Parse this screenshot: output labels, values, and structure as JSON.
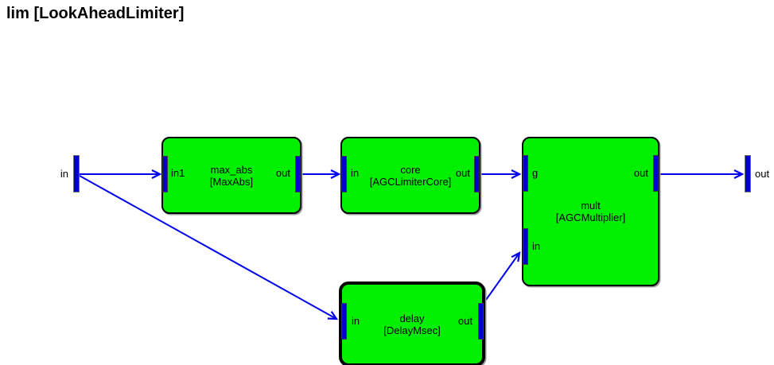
{
  "title": "lim [LookAheadLimiter]",
  "colors": {
    "block_fill": "#00f000",
    "block_border": "#000000",
    "wire": "#0000ee",
    "port_fill": "#0000cd",
    "background": "#ffffff"
  },
  "terminals": {
    "input": "in",
    "output": "out"
  },
  "blocks": [
    {
      "name": "max_abs",
      "type": "[MaxAbs]",
      "ports": {
        "input": "in1",
        "output": "out"
      }
    },
    {
      "name": "core",
      "type": "[AGCLimiterCore]",
      "ports": {
        "input": "in",
        "output": "out"
      }
    },
    {
      "name": "mult",
      "type": "[AGCMultiplier]",
      "ports": {
        "gain": "g",
        "input": "in",
        "output": "out"
      },
      "selected": false
    },
    {
      "name": "delay",
      "type": "[DelayMsec]",
      "ports": {
        "input": "in",
        "output": "out"
      },
      "selected": true
    }
  ],
  "connections": [
    {
      "from": "in (terminal)",
      "to": "max_abs.in1"
    },
    {
      "from": "in (terminal)",
      "to": "delay.in"
    },
    {
      "from": "max_abs.out",
      "to": "core.in"
    },
    {
      "from": "core.out",
      "to": "mult.g"
    },
    {
      "from": "delay.out",
      "to": "mult.in"
    },
    {
      "from": "mult.out",
      "to": "out (terminal)"
    }
  ]
}
